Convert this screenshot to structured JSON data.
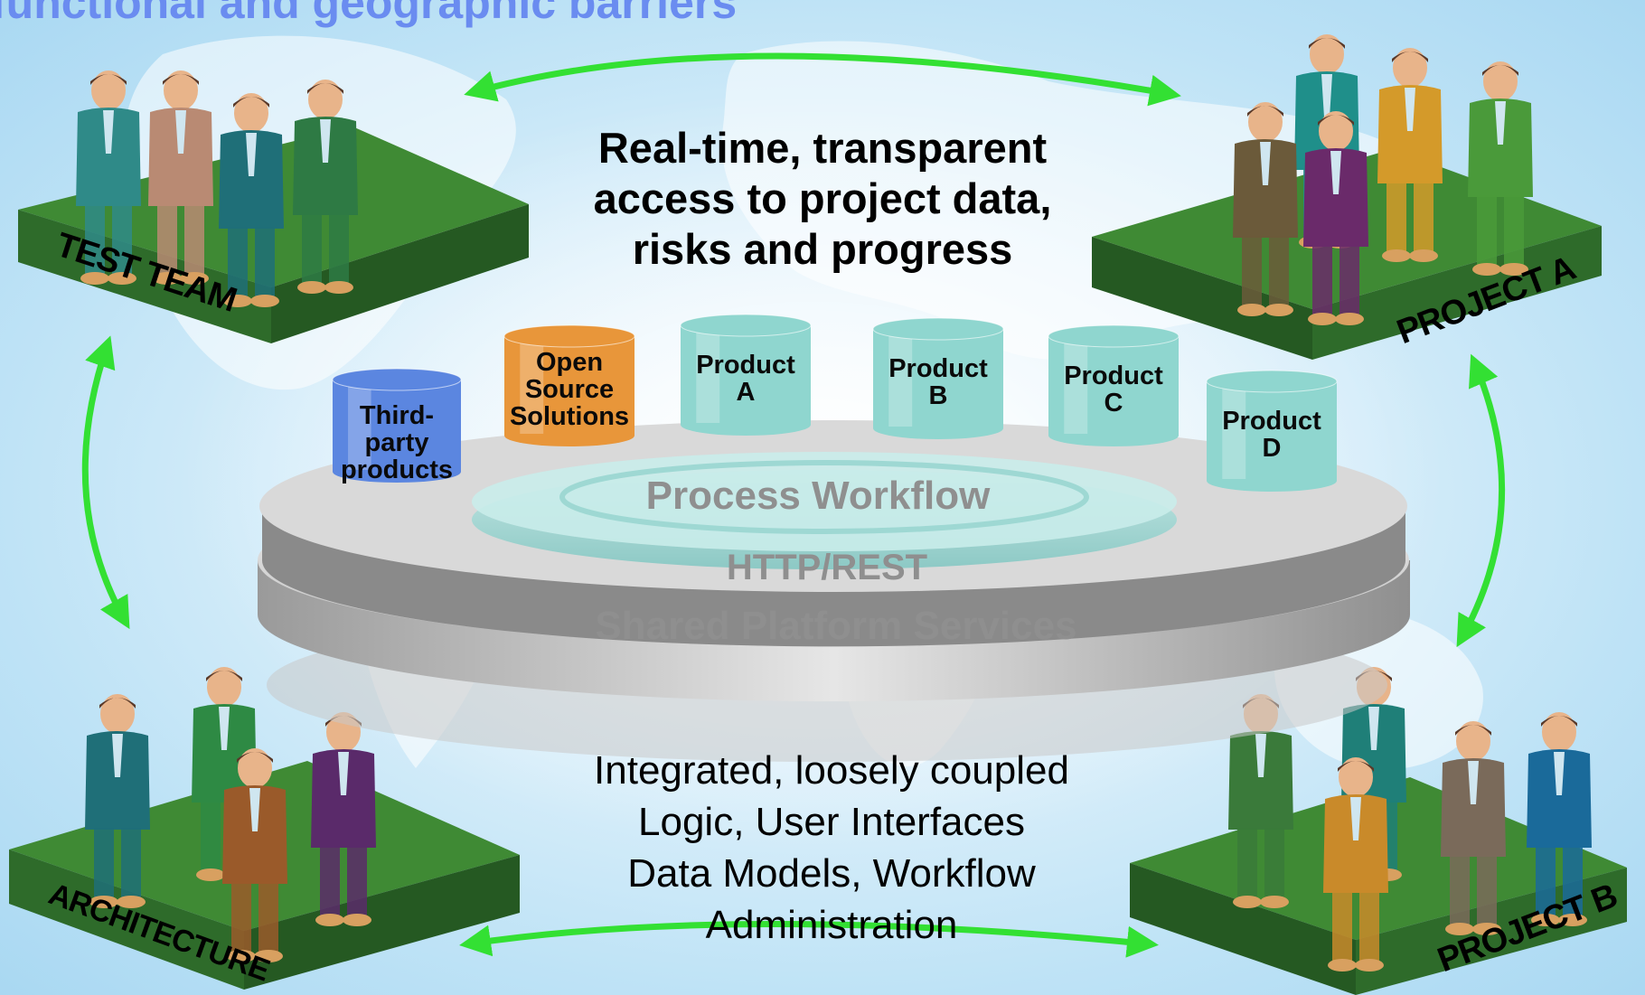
{
  "headline": "functional and geographic barriers",
  "center_message": [
    "Real-time, transparent",
    "access to project data,",
    "risks and progress"
  ],
  "teams": {
    "test_team": "TEST TEAM",
    "project_a": "PROJECT A",
    "architecture": "ARCHITECTURE",
    "project_b": "PROJECT B"
  },
  "cylinders": [
    {
      "lines": [
        "Third-party",
        "products"
      ],
      "color": "#5b86e0"
    },
    {
      "lines": [
        "Open",
        "Source",
        "Solutions"
      ],
      "color": "#e8963a"
    },
    {
      "lines": [
        "Product",
        "A"
      ],
      "color": "#8fd6cf"
    },
    {
      "lines": [
        "Product",
        "B"
      ],
      "color": "#8fd6cf"
    },
    {
      "lines": [
        "Product",
        "C"
      ],
      "color": "#8fd6cf"
    },
    {
      "lines": [
        "Product",
        "D"
      ],
      "color": "#8fd6cf"
    }
  ],
  "platform": {
    "process_workflow": "Process Workflow",
    "http_rest": "HTTP/REST",
    "shared_services": "Shared Platform Services"
  },
  "features": [
    "Integrated, loosely coupled",
    "Logic, User Interfaces",
    "Data Models, Workflow",
    "Administration"
  ],
  "colors": {
    "arrow": "#33e033",
    "platform_top": "#3f8a34",
    "platform_side": "#2e6b2a",
    "headline": "#6a8cf0"
  }
}
